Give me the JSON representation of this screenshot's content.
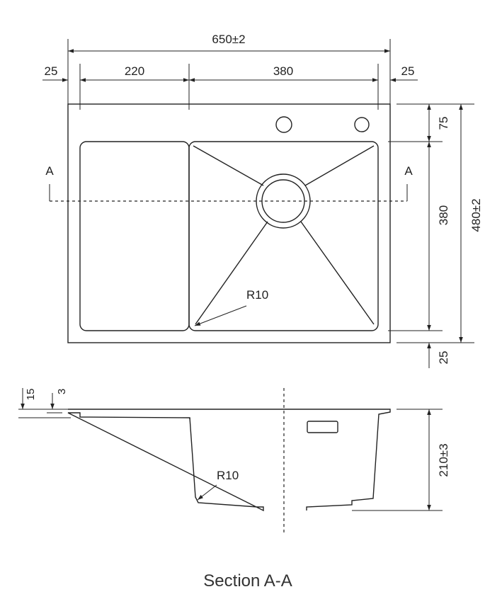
{
  "top_view": {
    "overall_width": "650±2",
    "left_margin": "25",
    "drainboard_width": "220",
    "bowl_width": "380",
    "right_margin": "25",
    "top_offset": "75",
    "bowl_depth_plan": "380",
    "overall_depth": "480±2",
    "bottom_margin": "25",
    "corner_radius": "R10",
    "section_mark_left": "A",
    "section_mark_right": "A"
  },
  "section_view": {
    "flange_thickness": "15",
    "sheet_thickness": "3",
    "bowl_depth": "210±3",
    "corner_radius": "R10"
  },
  "caption": "Section A-A"
}
